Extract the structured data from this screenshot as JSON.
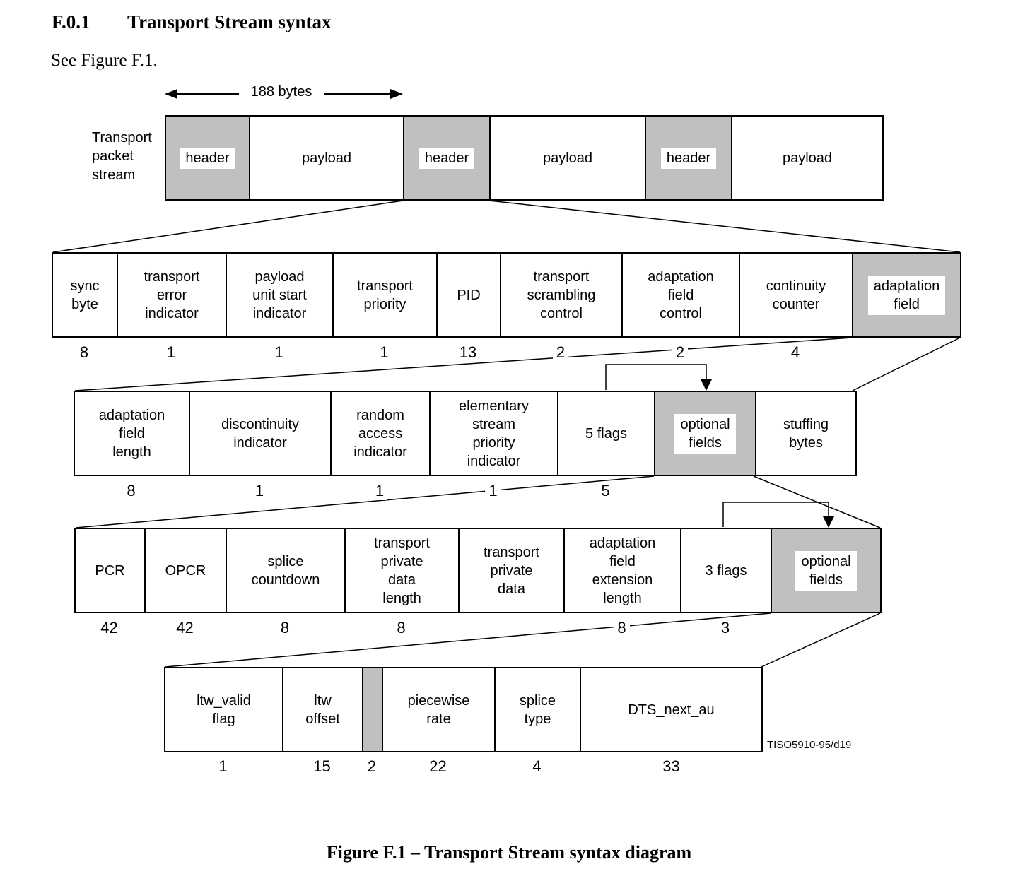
{
  "doc": {
    "section_number": "F.0.1",
    "section_title": "Transport Stream syntax",
    "intro": "See Figure F.1.",
    "caption": "Figure F.1 – Transport Stream syntax diagram",
    "plate_id": "TISO5910-95/d19"
  },
  "diagram": {
    "byte_arrow_label": "188 bytes",
    "stream_label": "Transport\npacket\nstream",
    "packet_stream": {
      "boxes": [
        {
          "label": "header"
        },
        {
          "label": "payload"
        },
        {
          "label": "header"
        },
        {
          "label": "payload"
        },
        {
          "label": "header"
        },
        {
          "label": "payload"
        }
      ]
    },
    "ts_header": {
      "boxes": [
        {
          "label": "sync\nbyte",
          "bits": "8"
        },
        {
          "label": "transport\nerror\nindicator",
          "bits": "1"
        },
        {
          "label": "payload\nunit start\nindicator",
          "bits": "1"
        },
        {
          "label": "transport\npriority",
          "bits": "1"
        },
        {
          "label": "PID",
          "bits": "13"
        },
        {
          "label": "transport\nscrambling\ncontrol",
          "bits": "2"
        },
        {
          "label": "adaptation\nfield\ncontrol",
          "bits": "2"
        },
        {
          "label": "continuity\ncounter",
          "bits": "4"
        },
        {
          "label": "adaptation\nfield",
          "bits": ""
        }
      ]
    },
    "adaptation_field": {
      "boxes": [
        {
          "label": "adaptation\nfield\nlength",
          "bits": "8"
        },
        {
          "label": "discontinuity\nindicator",
          "bits": "1"
        },
        {
          "label": "random\naccess\nindicator",
          "bits": "1"
        },
        {
          "label": "elementary\nstream\npriority\nindicator",
          "bits": "1"
        },
        {
          "label": "5 flags",
          "bits": "5"
        },
        {
          "label": "optional\nfields",
          "bits": ""
        },
        {
          "label": "stuffing\nbytes",
          "bits": ""
        }
      ]
    },
    "af_optional": {
      "boxes": [
        {
          "label": "PCR",
          "bits": "42"
        },
        {
          "label": "OPCR",
          "bits": "42"
        },
        {
          "label": "splice\ncountdown",
          "bits": "8"
        },
        {
          "label": "transport\nprivate\ndata\nlength",
          "bits": "8"
        },
        {
          "label": "transport\nprivate\ndata",
          "bits": ""
        },
        {
          "label": "adaptation\nfield\nextension\nlength",
          "bits": "8"
        },
        {
          "label": "3 flags",
          "bits": "3"
        },
        {
          "label": "optional\nfields",
          "bits": ""
        }
      ]
    },
    "af_ext_optional": {
      "boxes": [
        {
          "label": "ltw_valid\nflag",
          "bits": "1"
        },
        {
          "label": "ltw\noffset",
          "bits": "15"
        },
        {
          "label": "",
          "bits": "2"
        },
        {
          "label": "piecewise\nrate",
          "bits": "22"
        },
        {
          "label": "splice\ntype",
          "bits": "4"
        },
        {
          "label": "DTS_next_au",
          "bits": "33"
        }
      ]
    }
  }
}
